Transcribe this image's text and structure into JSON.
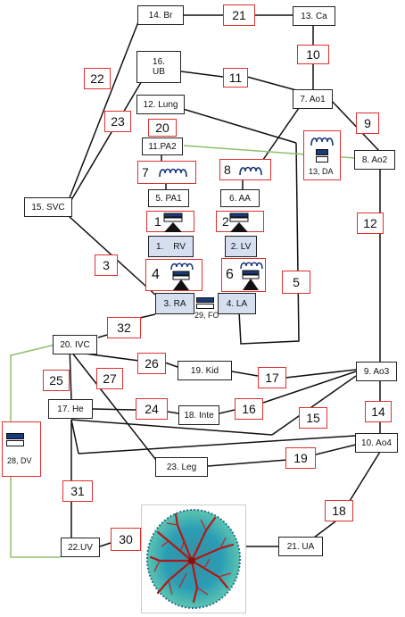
{
  "nodes": {
    "br": "14. Br",
    "ca": "13. Ca",
    "ub_line1": "16.",
    "ub_line2": "UB",
    "ao1": "7. Ao1",
    "lung": "12. Lung",
    "pa2": "11.PA2",
    "ao2": "8. Ao2",
    "pa1": "5. PA1",
    "aa": "6. AA",
    "svc": "15. SVC",
    "rv_num": "1.",
    "rv": "RV",
    "lv": "2. LV",
    "ra": "3. RA",
    "la": "4. LA",
    "ivc": "20. IVC",
    "kid": "19. Kid",
    "ao3": "9. Ao3",
    "he": "17. He",
    "inte": "18. Inte",
    "ao4": "10. Ao4",
    "leg": "23. Leg",
    "uv": "22.UV",
    "ua": "21. UA"
  },
  "labels": {
    "da": "13, DA",
    "fo": "29, FO",
    "dv": "28, DV"
  },
  "numbers": {
    "n21": "21",
    "n10": "10",
    "n22": "22",
    "n11": "11",
    "n23": "23",
    "n20": "20",
    "n9": "9",
    "n7": "7",
    "n8": "8",
    "n12": "12",
    "n1": "1",
    "n2": "2",
    "n3": "3",
    "n4": "4",
    "n6": "6",
    "n5": "5",
    "n32": "32",
    "n26": "26",
    "n27": "27",
    "n25": "25",
    "n17": "17",
    "n24": "24",
    "n16": "16",
    "n15": "15",
    "n14": "14",
    "n19": "19",
    "n31": "31",
    "n18": "18",
    "n30": "30"
  },
  "colors": {
    "red_border": "#e03030",
    "chamber_fill": "#d5dff0",
    "shunt_line": "#8fbf6a",
    "valve_blue": "#1a3a7a"
  }
}
